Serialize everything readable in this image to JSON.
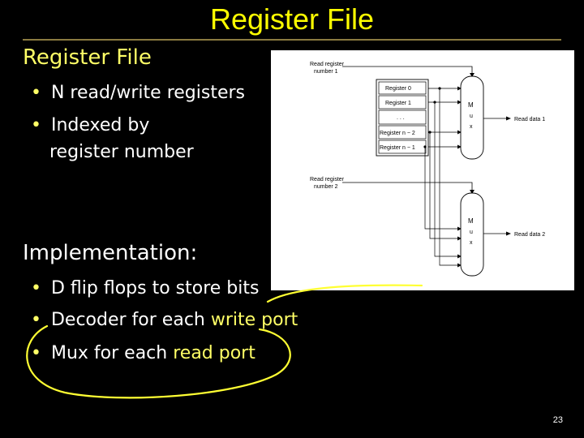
{
  "slide": {
    "title": "Register File",
    "page_number": "23"
  },
  "section1": {
    "heading": "Register File",
    "bullets": [
      {
        "text": "N read/write registers"
      },
      {
        "text_line1": "Indexed by",
        "text_line2": "register number"
      }
    ]
  },
  "section2": {
    "heading": "Implementation:",
    "bullets": [
      {
        "text": "D flip flops to store bits"
      },
      {
        "text_pre": "Decoder for each ",
        "text_hl": "write port"
      },
      {
        "text_pre": "Mux for each ",
        "text_hl": "read port"
      }
    ]
  },
  "diagram": {
    "read_reg1_l1": "Read register",
    "read_reg1_l2": "number 1",
    "read_reg2_l1": "Read register",
    "read_reg2_l2": "number 2",
    "registers": [
      "Register 0",
      "Register 1",
      ". . .",
      "Register n − 2",
      "Register n − 1"
    ],
    "mux_letters": [
      "M",
      "u",
      "x"
    ],
    "read_data1": "Read data 1",
    "read_data2": "Read data 2"
  },
  "colors": {
    "title": "#ffff00",
    "accent": "#ffff66",
    "text": "#ffffff",
    "background": "#000000"
  }
}
